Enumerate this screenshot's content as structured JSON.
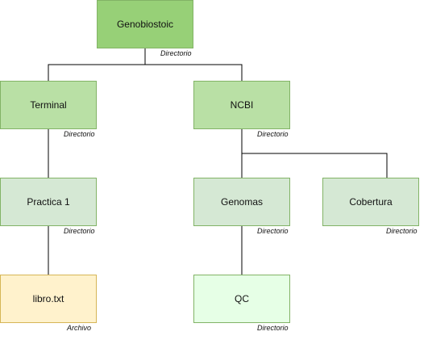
{
  "colors": {
    "root": {
      "fill": "#97d077",
      "stroke": "#82b366"
    },
    "level1": {
      "fill": "#b9e0a5",
      "stroke": "#82b366"
    },
    "level2": {
      "fill": "#d5e8d4",
      "stroke": "#82b366"
    },
    "qc": {
      "fill": "#e6ffe6",
      "stroke": "#82b366"
    },
    "file": {
      "fill": "#fff2cc",
      "stroke": "#d6b656"
    }
  },
  "nodes": {
    "genobiostoic": {
      "label": "Genobiostoic",
      "type": "Directorio"
    },
    "terminal": {
      "label": "Terminal",
      "type": "Directorio"
    },
    "ncbi": {
      "label": "NCBI",
      "type": "Directorio"
    },
    "practica1": {
      "label": "Practica 1",
      "type": "Directorio"
    },
    "genomas": {
      "label": "Genomas",
      "type": "Directorio"
    },
    "cobertura": {
      "label": "Cobertura",
      "type": "Directorio"
    },
    "libro": {
      "label": "libro.txt",
      "type": "Archivo"
    },
    "qc": {
      "label": "QC",
      "type": "Directorio"
    }
  }
}
